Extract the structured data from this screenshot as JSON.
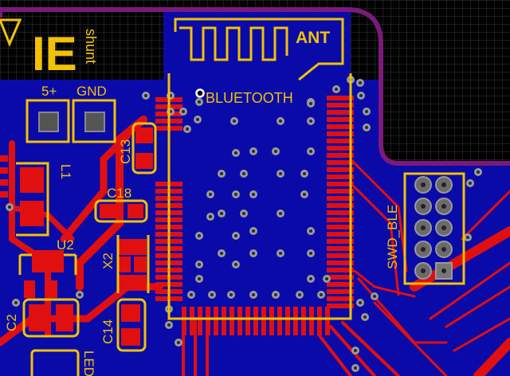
{
  "view": {
    "labels": {
      "title_fragment": "IE",
      "shunt": "shunt",
      "pin_5v": "5+",
      "pin_gnd": "GND",
      "module": "BLUETOOTH",
      "antenna": "ANT",
      "header": "SWD_BLE",
      "l1": "L1",
      "c13": "C13",
      "c18": "C18",
      "u2": "U2",
      "x2": "X2",
      "c2": "C2",
      "c14": "C14",
      "led": "LED"
    },
    "colors": {
      "background": "#000000",
      "grid": "#3a3a3a",
      "copper_fill": "#0a0aa8",
      "copper_top": "#e01010",
      "silkscreen": "#f2c200",
      "outline": "#7a1a7a",
      "via": "#9a9a9a",
      "pad_th": "#6a6a6a"
    }
  }
}
